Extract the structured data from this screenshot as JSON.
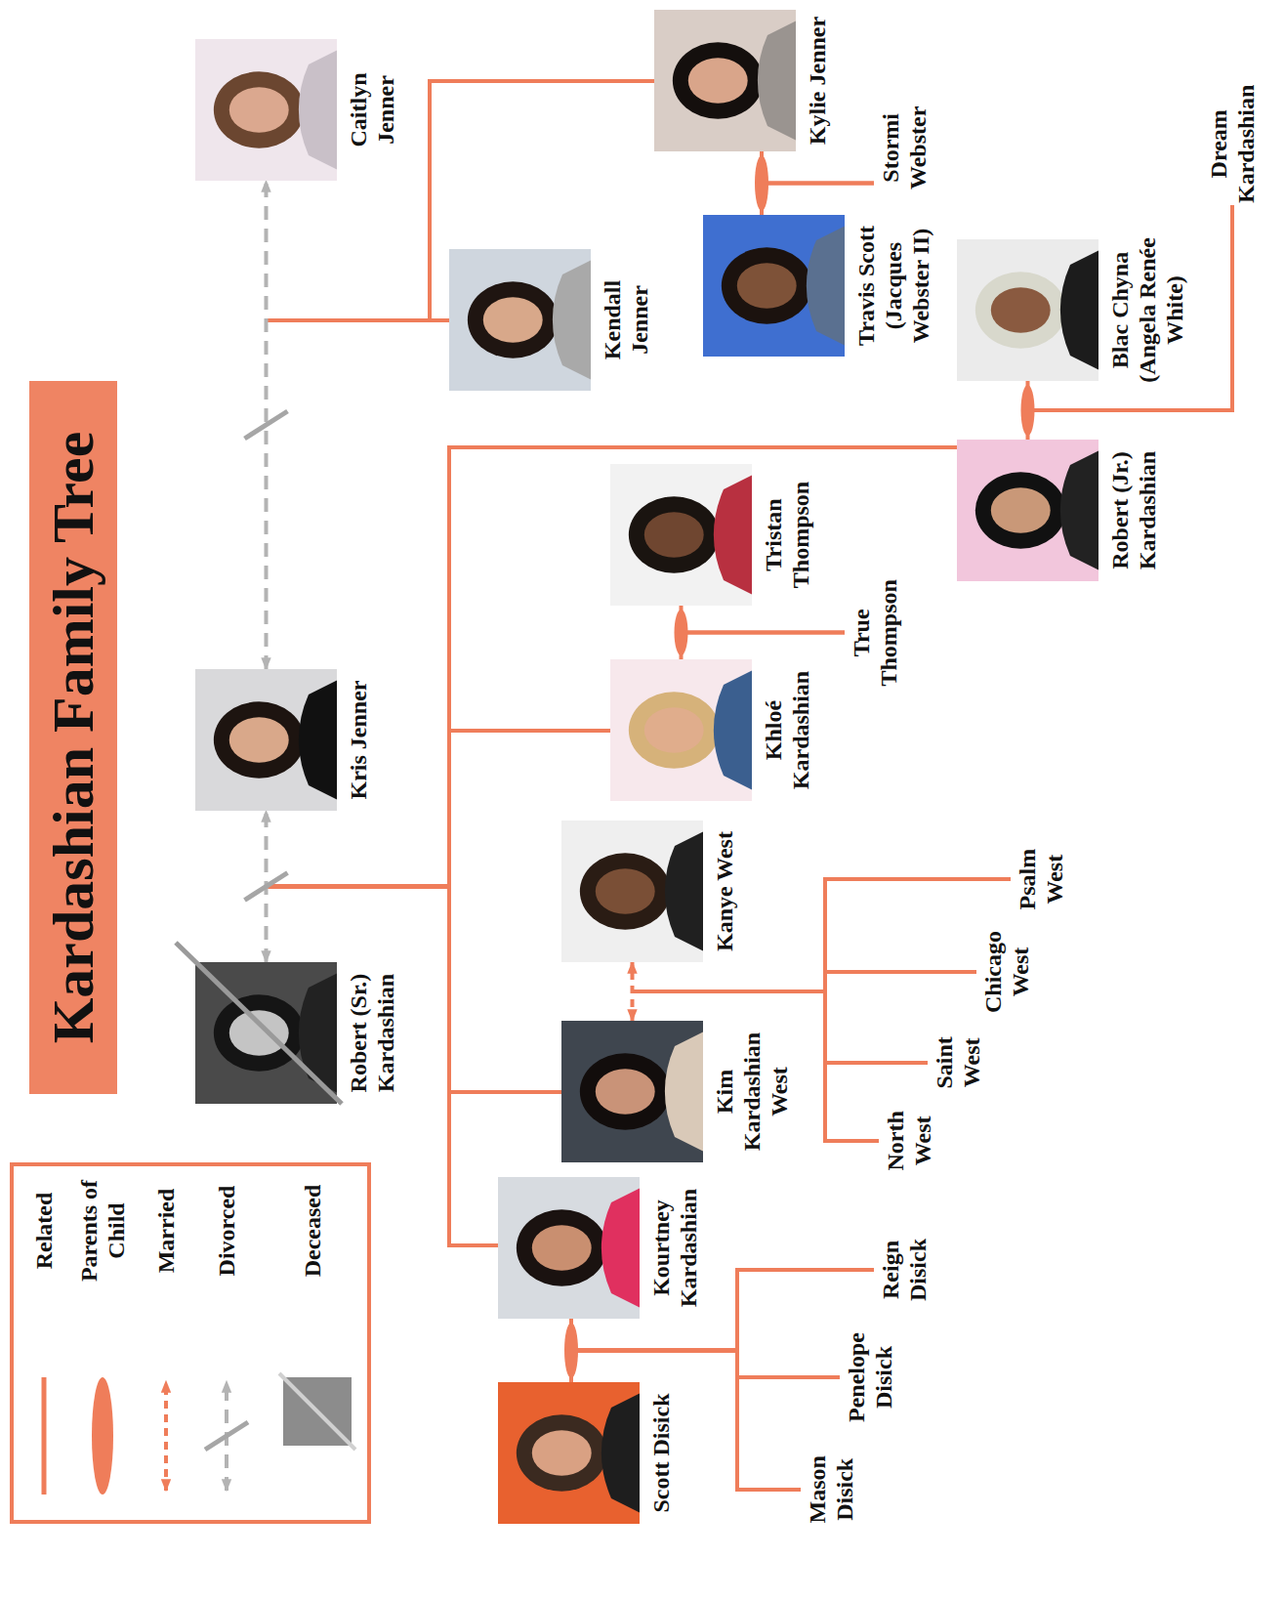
{
  "diagram": {
    "title": "Kardashian Family Tree",
    "nodes": [
      {
        "text": [
          "Robert (Sr.) Kardashian"
        ]
      },
      {
        "text": [
          "Kris Jenner"
        ]
      },
      {
        "text": [
          "Caitlyn Jenner"
        ]
      },
      {
        "text": [
          "Scott Disick"
        ]
      },
      {
        "text": [
          "Kourtney Kardashian"
        ]
      },
      {
        "text": [
          "Kim Kardashian West"
        ]
      },
      {
        "text": [
          "Kanye West"
        ]
      },
      {
        "text": [
          "Khloé Kardashian"
        ]
      },
      {
        "text": [
          "Tristan Thompson"
        ]
      },
      {
        "text": [
          "Robert (Jr.) Kardashian"
        ]
      },
      {
        "text": [
          "Blac Chyna (Angela Renée White)"
        ]
      },
      {
        "text": [
          "Kendall Jenner"
        ]
      },
      {
        "text": [
          "Travis Scott (Jacques Webster II)"
        ]
      },
      {
        "text": [
          "Kylie Jenner"
        ]
      },
      {
        "text": [
          "Mason Disick"
        ]
      },
      {
        "text": [
          "Penelope Disick"
        ]
      },
      {
        "text": [
          "Reign Disick"
        ]
      },
      {
        "text": [
          "North West"
        ]
      },
      {
        "text": [
          "Saint West"
        ]
      },
      {
        "text": [
          "Chicago West"
        ]
      },
      {
        "text": [
          "Psalm West"
        ]
      },
      {
        "text": [
          "True Thompson"
        ]
      },
      {
        "text": [
          "Stormi Webster"
        ]
      },
      {
        "text": [
          "Dream Kardashian"
        ]
      }
    ],
    "edges": [
      {
        "from": 0,
        "to": 1,
        "arrow": "both"
      },
      {
        "from": 1,
        "to": 2,
        "arrow": "both"
      },
      {
        "from": 3,
        "to": 4,
        "arrow": "none"
      },
      {
        "from": 5,
        "to": 6,
        "arrow": "both"
      },
      {
        "from": 7,
        "to": 8,
        "arrow": "none"
      },
      {
        "from": 12,
        "to": 13,
        "arrow": "none"
      },
      {
        "from": 9,
        "to": 10,
        "arrow": "none"
      },
      {
        "from": 0,
        "to": 4,
        "arrow": "none"
      },
      {
        "from": 0,
        "to": 5,
        "arrow": "none"
      },
      {
        "from": 0,
        "to": 7,
        "arrow": "none"
      },
      {
        "from": 0,
        "to": 9,
        "arrow": "none"
      },
      {
        "from": 1,
        "to": 4,
        "arrow": "none"
      },
      {
        "from": 1,
        "to": 5,
        "arrow": "none"
      },
      {
        "from": 1,
        "to": 7,
        "arrow": "none"
      },
      {
        "from": 1,
        "to": 9,
        "arrow": "none"
      },
      {
        "from": 1,
        "to": 11,
        "arrow": "none"
      },
      {
        "from": 1,
        "to": 13,
        "arrow": "none"
      },
      {
        "from": 2,
        "to": 11,
        "arrow": "none"
      },
      {
        "from": 2,
        "to": 13,
        "arrow": "none"
      },
      {
        "from": 3,
        "to": 14,
        "arrow": "none"
      },
      {
        "from": 3,
        "to": 15,
        "arrow": "none"
      },
      {
        "from": 3,
        "to": 16,
        "arrow": "none"
      },
      {
        "from": 4,
        "to": 14,
        "arrow": "none"
      },
      {
        "from": 4,
        "to": 15,
        "arrow": "none"
      },
      {
        "from": 4,
        "to": 16,
        "arrow": "none"
      },
      {
        "from": 5,
        "to": 17,
        "arrow": "none"
      },
      {
        "from": 5,
        "to": 18,
        "arrow": "none"
      },
      {
        "from": 5,
        "to": 19,
        "arrow": "none"
      },
      {
        "from": 5,
        "to": 20,
        "arrow": "none"
      },
      {
        "from": 6,
        "to": 17,
        "arrow": "none"
      },
      {
        "from": 6,
        "to": 18,
        "arrow": "none"
      },
      {
        "from": 6,
        "to": 19,
        "arrow": "none"
      },
      {
        "from": 6,
        "to": 20,
        "arrow": "none"
      },
      {
        "from": 7,
        "to": 21,
        "arrow": "none"
      },
      {
        "from": 8,
        "to": 21,
        "arrow": "none"
      },
      {
        "from": 12,
        "to": 22,
        "arrow": "none"
      },
      {
        "from": 13,
        "to": 22,
        "arrow": "none"
      },
      {
        "from": 9,
        "to": 23,
        "arrow": "none"
      },
      {
        "from": 10,
        "to": 23,
        "arrow": "none"
      }
    ],
    "legend": [
      {
        "text": "Related"
      },
      {
        "text": "Parents of Child"
      },
      {
        "text": "Married"
      },
      {
        "text": "Divorced"
      },
      {
        "text": "Deceased"
      }
    ]
  }
}
